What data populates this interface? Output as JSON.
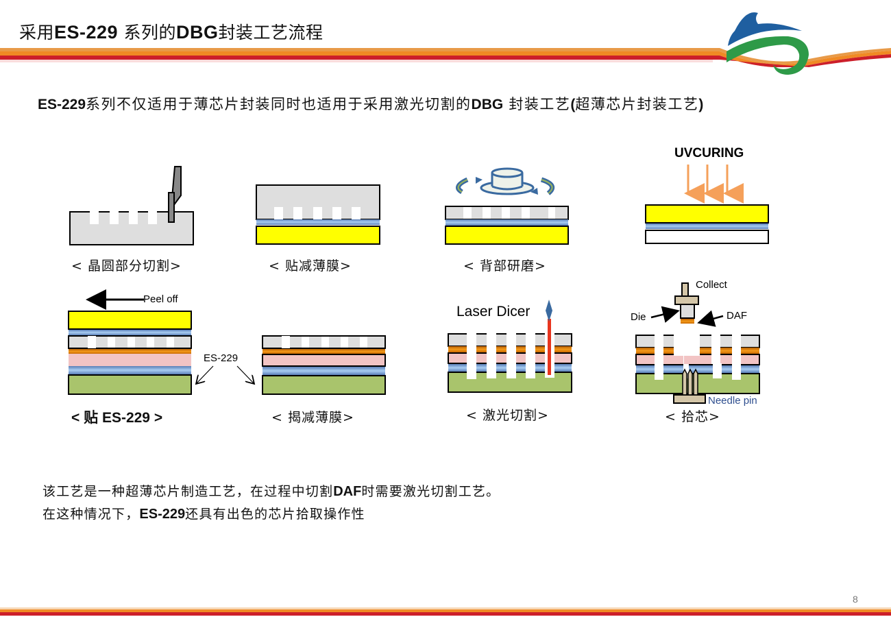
{
  "header": {
    "title_parts": [
      {
        "text": "采用",
        "bold": false
      },
      {
        "text": "ES-229",
        "bold": true
      },
      {
        "text": " 系列的",
        "bold": false
      },
      {
        "text": "DBG",
        "bold": true
      },
      {
        "text": "封装工艺流程",
        "bold": false
      }
    ],
    "logo": "company-logo"
  },
  "intro": {
    "parts": [
      {
        "text": "ES-229",
        "bold": true
      },
      {
        "text": "系列不仅适用于薄芯片封装同时也适用于采用激光切割的",
        "bold": false
      },
      {
        "text": "DBG",
        "bold": true
      },
      {
        "text": " 封装工艺",
        "bold": false
      },
      {
        "text": "(",
        "bold": true
      },
      {
        "text": "超薄芯片封装工艺",
        "bold": false
      },
      {
        "text": ")",
        "bold": true
      }
    ]
  },
  "steps": [
    {
      "id": "wafer-half-cut",
      "caption": "< 晶圆部分切割>"
    },
    {
      "id": "attach-bg-tape",
      "caption": "< 贴减薄膜>"
    },
    {
      "id": "back-grinding",
      "caption": "< 背部研磨>"
    },
    {
      "id": "uv-curing",
      "caption": "",
      "label": "UVCURING"
    },
    {
      "id": "attach-es229",
      "caption_prefix": "< 贴 ",
      "caption_bold": "ES-229",
      "caption_suffix": " >",
      "label": "Peel off"
    },
    {
      "id": "peel-bg-tape",
      "caption": "< 揭减薄膜>"
    },
    {
      "id": "laser-dicing",
      "caption": "< 激光切割>",
      "label": "Laser Dicer"
    },
    {
      "id": "pick-up",
      "caption": "< 拾芯>",
      "labels": {
        "collect": "Collect",
        "die": "Die",
        "daf": "DAF",
        "needle": "Needle pin"
      }
    }
  ],
  "callout": {
    "label": "ES-229"
  },
  "summary": {
    "line1": [
      {
        "text": "该工艺是一种超薄芯片制造工艺，在过程中切割",
        "bold": false
      },
      {
        "text": "DAF",
        "bold": true
      },
      {
        "text": "时需要激光切割工艺。",
        "bold": false
      }
    ],
    "line2": [
      {
        "text": "在这种情况下，",
        "bold": false
      },
      {
        "text": "ES-229",
        "bold": true
      },
      {
        "text": "还具有出色的芯片拾取操作性",
        "bold": false
      }
    ]
  },
  "page_number": "8",
  "colors": {
    "wafer": "#dedede",
    "tape_yellow": "#ffff00",
    "adhesive_blue": "#8db4e2",
    "daf_orange": "#f39200",
    "pink": "#f2c4c4",
    "green": "#a9c46c",
    "laser_red": "#e8351e",
    "tool": "#d4c6a8",
    "uv_arrow": "#f5a05a",
    "stripe_orange": "#f08a24",
    "stripe_red": "#cc1f2a",
    "logo_blue": "#1f5fa0",
    "logo_green": "#2e9a48",
    "needle_text": "#2f4f8f"
  }
}
